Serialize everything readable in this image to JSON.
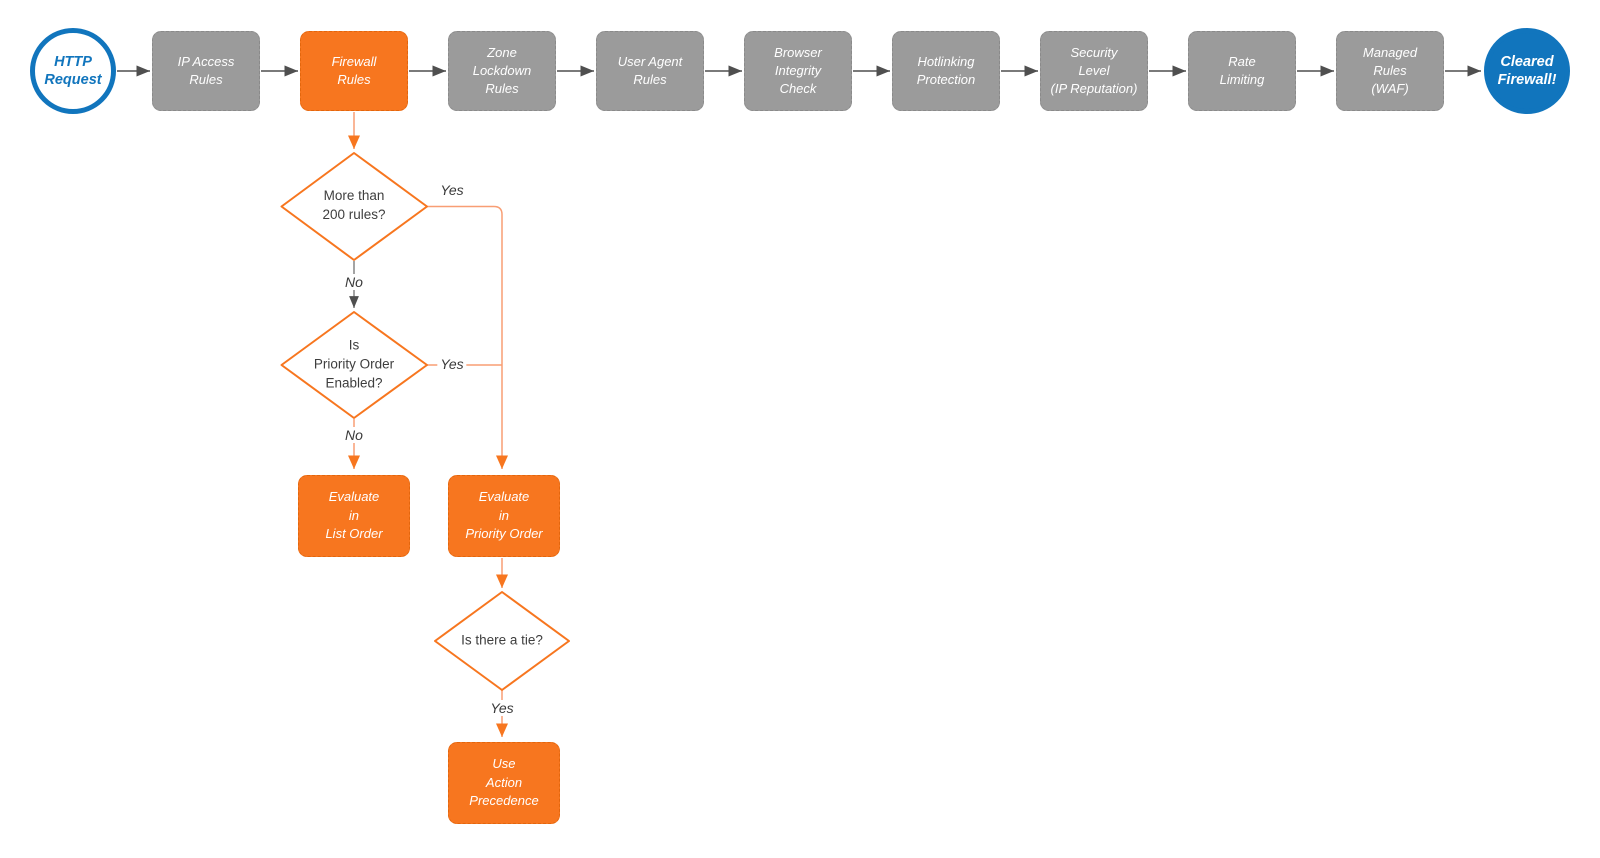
{
  "title": "Cloudflare firewall request evaluation flowchart",
  "colors": {
    "accent_orange": "#F7761F",
    "node_gray": "#9B9B9B",
    "terminal_blue": "#1175BD",
    "connector_dark": "#4F4F4F",
    "connector_orange": "#F89E74",
    "text_dark": "#3E3E3E"
  },
  "pipeline": [
    {
      "id": "http-request",
      "type": "terminal",
      "label": "HTTP\nRequest"
    },
    {
      "id": "ip-access-rules",
      "type": "step",
      "label": "IP Access\nRules"
    },
    {
      "id": "firewall-rules",
      "type": "step-highlight",
      "label": "Firewall\nRules"
    },
    {
      "id": "zone-lockdown-rules",
      "type": "step",
      "label": "Zone\nLockdown\nRules"
    },
    {
      "id": "user-agent-rules",
      "type": "step",
      "label": "User Agent\nRules"
    },
    {
      "id": "browser-integrity-check",
      "type": "step",
      "label": "Browser\nIntegrity\nCheck"
    },
    {
      "id": "hotlinking-protection",
      "type": "step",
      "label": "Hotlinking\nProtection"
    },
    {
      "id": "security-level",
      "type": "step",
      "label": "Security\nLevel\n(IP Reputation)"
    },
    {
      "id": "rate-limiting",
      "type": "step",
      "label": "Rate\nLimiting"
    },
    {
      "id": "managed-rules-waf",
      "type": "step",
      "label": "Managed\nRules\n(WAF)"
    },
    {
      "id": "cleared-firewall",
      "type": "terminal-filled",
      "label": "Cleared\nFirewall!"
    }
  ],
  "decisions": [
    {
      "id": "more-than-200-rules",
      "label": "More than\n200 rules?",
      "yes": "Yes",
      "no": "No"
    },
    {
      "id": "priority-order-enabled",
      "label": "Is\nPriority Order\nEnabled?",
      "yes": "Yes",
      "no": "No"
    },
    {
      "id": "is-there-a-tie",
      "label": "Is there a tie?",
      "yes": "Yes"
    }
  ],
  "actions": [
    {
      "id": "evaluate-list-order",
      "label": "Evaluate\nin\nList Order"
    },
    {
      "id": "evaluate-priority-order",
      "label": "Evaluate\nin\nPriority Order"
    },
    {
      "id": "use-action-precedence",
      "label": "Use\nAction\nPrecedence"
    }
  ]
}
